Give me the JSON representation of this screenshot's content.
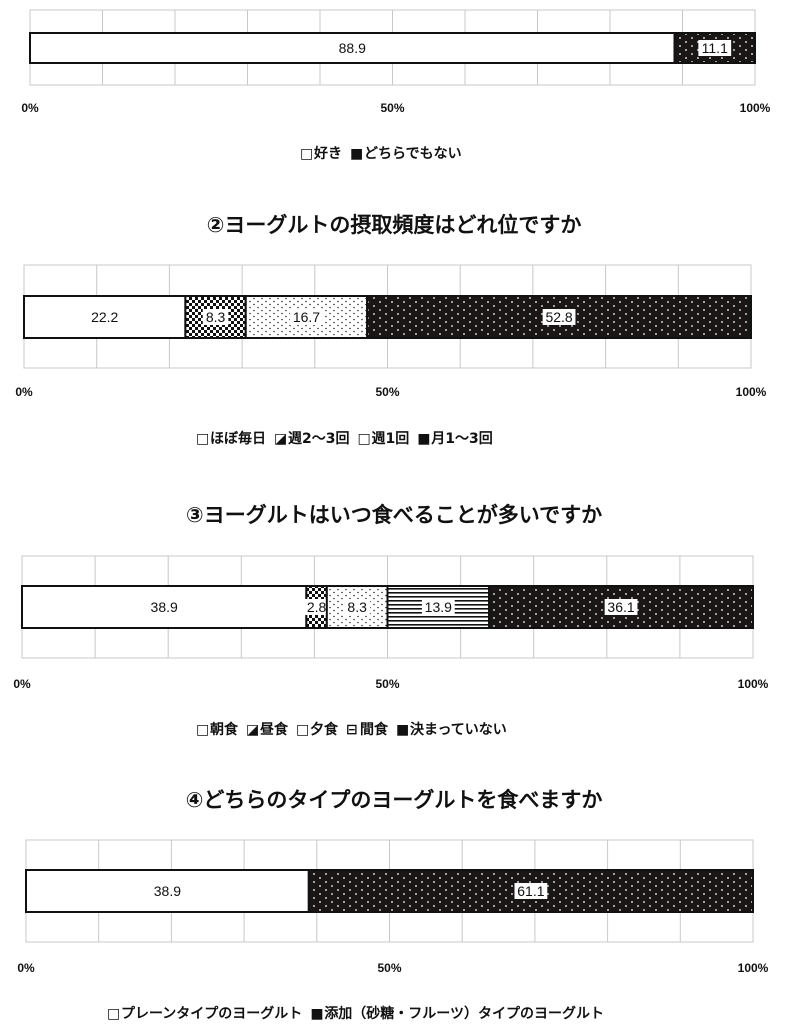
{
  "chart_data": [
    {
      "type": "bar",
      "orientation": "horizontal",
      "stacked": "percent",
      "title": "",
      "xlim": [
        0,
        100
      ],
      "xticks": [
        "0%",
        "50%",
        "100%"
      ],
      "grid": true,
      "legend_position": "bottom",
      "series": [
        {
          "name": "好き",
          "values": [
            88.9
          ],
          "label": "88.9",
          "pattern": "white"
        },
        {
          "name": "どちらでもない",
          "values": [
            11.1
          ],
          "label": "11.1",
          "pattern": "dots-dark"
        }
      ],
      "legend": [
        {
          "marker": "□",
          "label": "好き"
        },
        {
          "marker": "■",
          "label": "どちらでもない"
        }
      ]
    },
    {
      "type": "bar",
      "orientation": "horizontal",
      "stacked": "percent",
      "title": "②ヨーグルトの摂取頻度はどれ位ですか",
      "xlim": [
        0,
        100
      ],
      "xticks": [
        "0%",
        "50%",
        "100%"
      ],
      "grid": true,
      "legend_position": "bottom",
      "series": [
        {
          "name": "ほぼ毎日",
          "values": [
            22.2
          ],
          "label": "22.2",
          "pattern": "white"
        },
        {
          "name": "週2～3回",
          "values": [
            8.3
          ],
          "label": "8.3",
          "pattern": "checker"
        },
        {
          "name": "週1回",
          "values": [
            16.7
          ],
          "label": "16.7",
          "pattern": "dots-light"
        },
        {
          "name": "月1～3回",
          "values": [
            52.8
          ],
          "label": "52.8",
          "pattern": "dots-dark"
        }
      ],
      "legend": [
        {
          "marker": "□",
          "label": "ほぼ毎日"
        },
        {
          "marker": "◪",
          "label": "週2～3回"
        },
        {
          "marker": "□",
          "label": "週1回"
        },
        {
          "marker": "■",
          "label": "月1～3回"
        }
      ]
    },
    {
      "type": "bar",
      "orientation": "horizontal",
      "stacked": "percent",
      "title": "③ヨーグルトはいつ食べることが多いですか",
      "xlim": [
        0,
        100
      ],
      "xticks": [
        "0%",
        "50%",
        "100%"
      ],
      "grid": true,
      "legend_position": "bottom",
      "series": [
        {
          "name": "朝食",
          "values": [
            38.9
          ],
          "label": "38.9",
          "pattern": "white"
        },
        {
          "name": "昼食",
          "values": [
            2.8
          ],
          "label": "2.8",
          "pattern": "checker"
        },
        {
          "name": "夕食",
          "values": [
            8.3
          ],
          "label": "8.3",
          "pattern": "dots-light"
        },
        {
          "name": "間食",
          "values": [
            13.9
          ],
          "label": "13.9",
          "pattern": "hlines"
        },
        {
          "name": "決まっていない",
          "values": [
            36.1
          ],
          "label": "36.1",
          "pattern": "dots-dark"
        }
      ],
      "legend": [
        {
          "marker": "□",
          "label": "朝食"
        },
        {
          "marker": "◪",
          "label": "昼食"
        },
        {
          "marker": "□",
          "label": "夕食"
        },
        {
          "marker": "⊟",
          "label": "間食"
        },
        {
          "marker": "■",
          "label": "決まっていない"
        }
      ]
    },
    {
      "type": "bar",
      "orientation": "horizontal",
      "stacked": "percent",
      "title": "④どちらのタイプのヨーグルトを食べますか",
      "xlim": [
        0,
        100
      ],
      "xticks": [
        "0%",
        "50%",
        "100%"
      ],
      "grid": true,
      "legend_position": "bottom",
      "series": [
        {
          "name": "プレーンタイプのヨーグルト",
          "values": [
            38.9
          ],
          "label": "38.9",
          "pattern": "white"
        },
        {
          "name": "添加（砂糖・フルーツ）タイプのヨーグルト",
          "values": [
            61.1
          ],
          "label": "61.1",
          "pattern": "dots-dark"
        }
      ],
      "legend": [
        {
          "marker": "□",
          "label": "プレーンタイプのヨーグルト"
        },
        {
          "marker": "■",
          "label": "添加（砂糖・フルーツ）タイプのヨーグルト"
        }
      ]
    }
  ]
}
